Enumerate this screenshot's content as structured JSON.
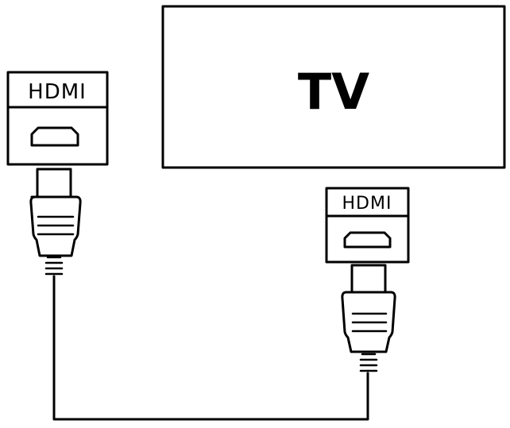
{
  "tv": {
    "label": "TV"
  },
  "source_port": {
    "label": "HDMI"
  },
  "tv_port": {
    "label": "HDMI"
  }
}
